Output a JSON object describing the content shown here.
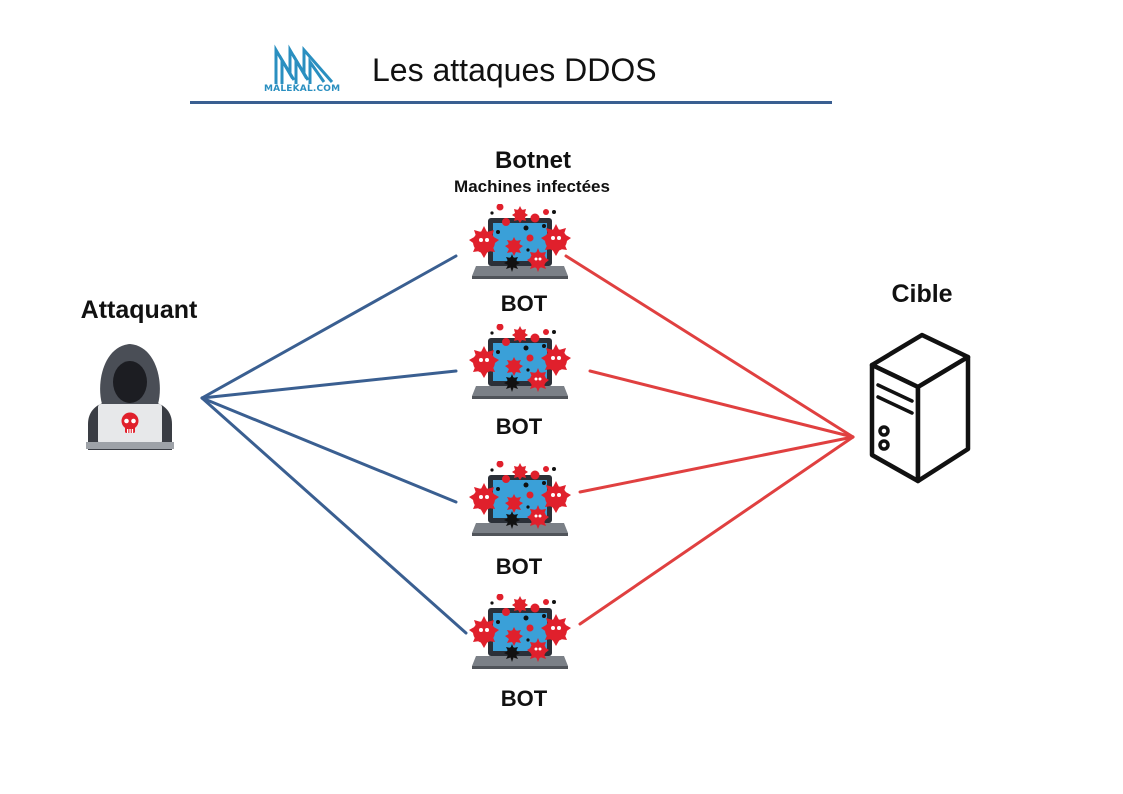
{
  "header": {
    "logo_text": "MALEKAL.COM",
    "title": "Les attaques DDOS"
  },
  "attacker": {
    "label": "Attaquant"
  },
  "botnet": {
    "title": "Botnet",
    "subtitle": "Machines infectées",
    "bots": [
      {
        "label": "BOT"
      },
      {
        "label": "BOT"
      },
      {
        "label": "BOT"
      },
      {
        "label": "BOT"
      }
    ]
  },
  "target": {
    "label": "Cible"
  },
  "colors": {
    "attack_line": "#3a5f91",
    "bot_line": "#e04040",
    "title_rule": "#3a5f91",
    "logo": "#2a8fc0",
    "virus": "#e0202c",
    "laptop_screen": "#3aa0d8"
  },
  "icons": {
    "logo": "malekal-logo-icon",
    "attacker": "hooded-hacker-icon",
    "bot": "infected-laptop-icon",
    "target": "server-tower-icon"
  }
}
